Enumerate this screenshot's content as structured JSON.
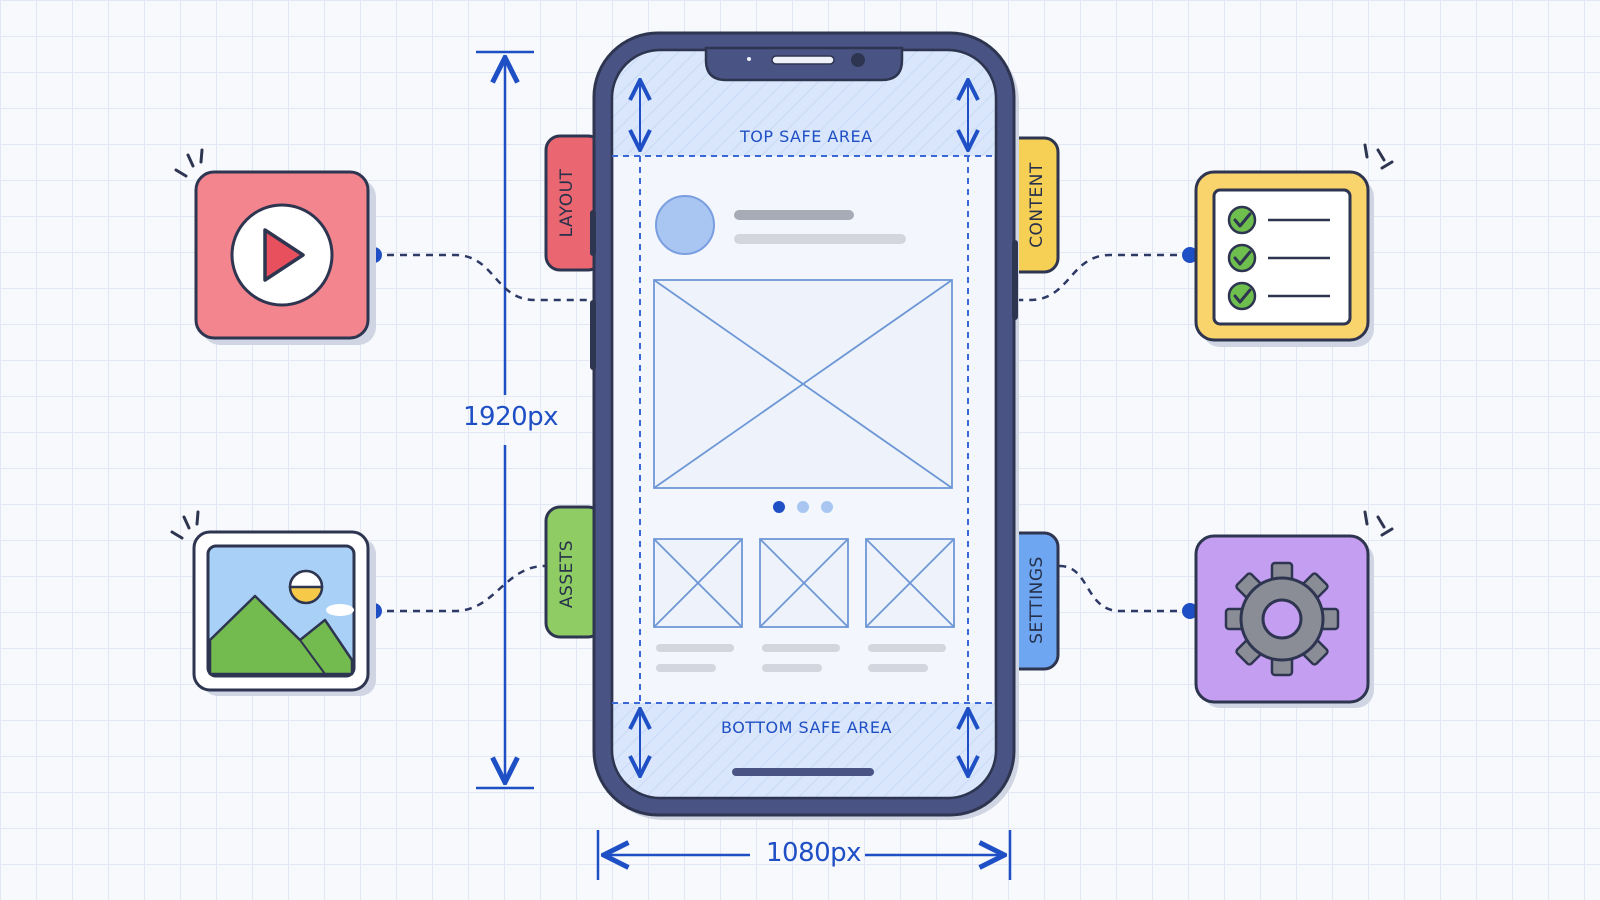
{
  "dimensions": {
    "height_label": "1920px",
    "width_label": "1080px"
  },
  "safe_areas": {
    "top": "TOP SAFE AREA",
    "bottom": "BOTTOM SAFE AREA"
  },
  "side_tabs": {
    "layout": "LAYOUT",
    "assets": "ASSETS",
    "content": "CONTENT",
    "settings": "SETTINGS"
  },
  "colors": {
    "outline": "#2e3550",
    "phone_frame": "#4a5484",
    "accent_blue": "#1f4fc4",
    "screen_bg": "#f3f6fd",
    "safe_area_fill": "#d9e6fb",
    "video_card": "#f2858e",
    "image_card": "#ffffff",
    "checklist_card": "#f9d36b",
    "settings_card": "#c49ef0",
    "layout_tab": "#ea6670",
    "assets_tab": "#8fcc63",
    "content_tab": "#f6cf55",
    "settings_tab": "#6ea6f2"
  },
  "icons": {
    "video": "play-icon",
    "image": "landscape-image-icon",
    "checklist": "checklist-icon",
    "settings": "gear-icon"
  },
  "carousel": {
    "dots": 3,
    "active_index": 0
  }
}
